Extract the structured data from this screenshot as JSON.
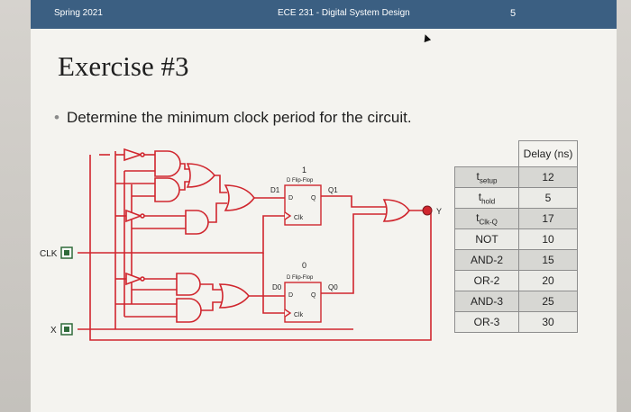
{
  "header": {
    "left": "Spring 2021",
    "center": "ECE 231 - Digital System Design",
    "page": "5"
  },
  "title": "Exercise #3",
  "bullet": "Determine the minimum clock period for the circuit.",
  "circuit": {
    "labels": {
      "clk": "CLK",
      "x": "X",
      "y": "Y",
      "d1": "D1",
      "q1": "Q1",
      "d0": "D0",
      "q0": "Q0",
      "ff1_index": "1",
      "ff0_index": "0",
      "ff_title": "D Flip-Flop",
      "d_pin": "D",
      "q_pin": "Q",
      "clk_pin": "Clk"
    },
    "colors": {
      "wire": "#d0262e",
      "gate": "#d0262e",
      "io_fill": "#2f6b3a"
    }
  },
  "table": {
    "header": "Delay (ns)",
    "rows": [
      {
        "name_main": "t",
        "name_sub": "setup",
        "value": "12"
      },
      {
        "name_main": "t",
        "name_sub": "hold",
        "value": "5"
      },
      {
        "name_main": "t",
        "name_sub": "Clk-Q",
        "value": "17"
      },
      {
        "name_main": "NOT",
        "name_sub": "",
        "value": "10"
      },
      {
        "name_main": "AND-2",
        "name_sub": "",
        "value": "15"
      },
      {
        "name_main": "OR-2",
        "name_sub": "",
        "value": "20"
      },
      {
        "name_main": "AND-3",
        "name_sub": "",
        "value": "25"
      },
      {
        "name_main": "OR-3",
        "name_sub": "",
        "value": "30"
      }
    ]
  },
  "colors": {
    "header_bar": "#3b5f82",
    "slide_bg": "#f4f3ef",
    "accent": "#d0262e"
  }
}
